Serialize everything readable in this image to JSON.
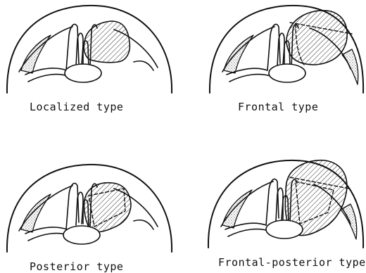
{
  "panels": [
    {
      "caption": "Localized type"
    },
    {
      "caption": "Frontal type"
    },
    {
      "caption": "Posterior type"
    },
    {
      "caption": "Frontal-posterior type"
    }
  ],
  "colors": {
    "ink": "#111111",
    "background": "#ffffff"
  }
}
